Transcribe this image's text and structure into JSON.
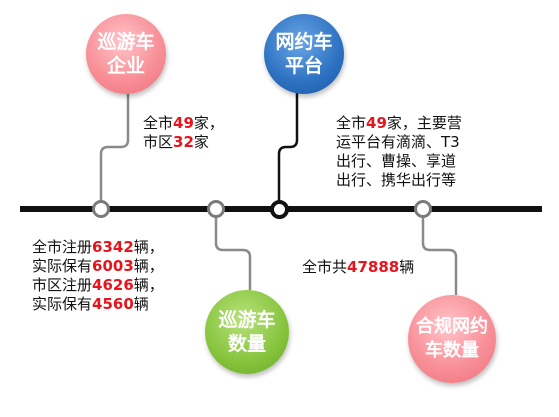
{
  "bubbles": {
    "cruise_enterprise": {
      "line1": "巡游车",
      "line2": "企业"
    },
    "ride_platform": {
      "line1": "网约车",
      "line2": "平台"
    },
    "cruise_count": {
      "line1": "巡游车",
      "line2": "数量"
    },
    "compliant_count": {
      "line1": "合规网约",
      "line2": "车数量"
    }
  },
  "texts": {
    "enterprise": {
      "l1_pre": "全市",
      "l1_num": "49",
      "l1_post": "家，",
      "l2_pre": "市区",
      "l2_num": "32",
      "l2_post": "家"
    },
    "platform": {
      "l1_pre": "全市",
      "l1_num": "49",
      "l1_post": "家，主要营",
      "l2": "运平台有滴滴、T3",
      "l3": "出行、曹操、享道",
      "l4": "出行、携华出行等"
    },
    "vehicles": {
      "r1_pre": "全市注册",
      "r1_num": "6342",
      "r1_post": "辆，",
      "r2_pre": "实际保有",
      "r2_num": "6003",
      "r2_post": "辆，",
      "r3_pre": "市区注册",
      "r3_num": "4626",
      "r3_post": "辆，",
      "r4_pre": "实际保有",
      "r4_num": "4560",
      "r4_post": "辆"
    },
    "compliant": {
      "pre": "全市共",
      "num": "47888",
      "post": "辆"
    }
  },
  "colors": {
    "highlight": "#e8141c",
    "pink": "#f89098",
    "blue": "#2c71c1",
    "green": "#86c43d",
    "timeline": "#111111",
    "connector": "#8a8a8a"
  }
}
